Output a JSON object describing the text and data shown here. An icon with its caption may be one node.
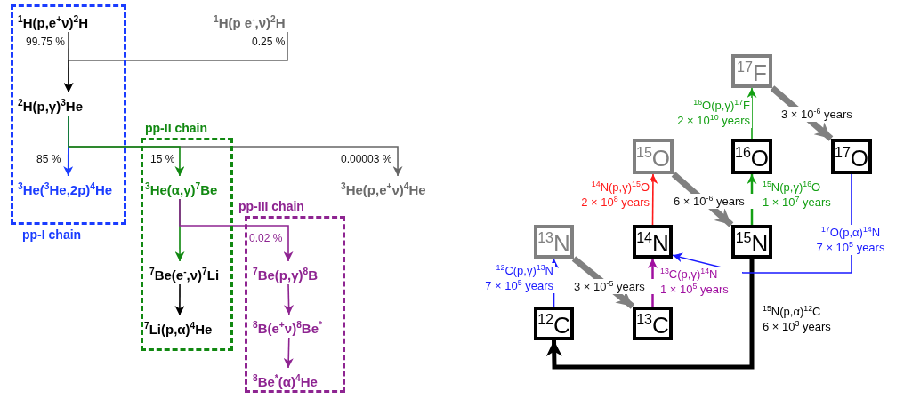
{
  "diagram": {
    "nodes": [
      {
        "text": [
          "pp-I chain"
        ]
      },
      {
        "text": [
          "$^{1}$H(p,e$^{+}$ν)$^{2}$H"
        ],
        "in": 0
      },
      {
        "text": [
          "$^{2}$H(p,γ)$^{3}$He"
        ],
        "in": 0
      },
      {
        "text": [
          "$^{3}$He($^{3}$He,2p)$^{4}$He"
        ],
        "in": 0
      },
      {
        "text": [
          "$^{1}$H(p e$^{-}$,ν)$^{2}$H"
        ]
      },
      {
        "text": [
          "pp-II chain"
        ]
      },
      {
        "text": [
          "$^{3}$He(α,γ)$^{7}$Be"
        ],
        "in": 5
      },
      {
        "text": [
          "$^{7}$Be(e$^{-}$,ν)$^{7}$Li"
        ],
        "in": 5
      },
      {
        "text": [
          "$^{7}$Li(p,α)$^{4}$He"
        ],
        "in": 5
      },
      {
        "text": [
          "pp-III chain"
        ]
      },
      {
        "text": [
          "$^{7}$Be(p,γ)$^{8}$B"
        ],
        "in": 9
      },
      {
        "text": [
          "$^{8}$B(e$^{+}$ν)$^{8}$Be$^{*}$"
        ],
        "in": 9
      },
      {
        "text": [
          "$^{8}$Be$^{*}$(α)$^{4}$He"
        ],
        "in": 9
      },
      {
        "text": [
          "$^{3}$He(p,e$^{+}$ν)$^{4}$He"
        ]
      },
      {
        "text": [
          "$^{17}$F"
        ]
      },
      {
        "text": [
          "$^{15}$O"
        ]
      },
      {
        "text": [
          "$^{16}$O"
        ]
      },
      {
        "text": [
          "$^{17}$O"
        ]
      },
      {
        "text": [
          "$^{13}$N"
        ]
      },
      {
        "text": [
          "$^{14}$N"
        ]
      },
      {
        "text": [
          "$^{15}$N"
        ]
      },
      {
        "text": [
          "$^{12}$C"
        ]
      },
      {
        "text": [
          "$^{13}$C"
        ]
      }
    ],
    "edges": [
      {
        "from": 1,
        "to": 2,
        "arrow": "to",
        "label": "99.75 %",
        "color": "#000000"
      },
      {
        "from": 4,
        "to": 2,
        "arrow": "to",
        "label": "0.25 %",
        "color": "#666666"
      },
      {
        "from": 2,
        "to": 3,
        "arrow": "to",
        "label": "85 %",
        "color": "#1a3cff"
      },
      {
        "from": 2,
        "to": 6,
        "arrow": "to",
        "label": "15 %",
        "color": "#118811"
      },
      {
        "from": 2,
        "to": 13,
        "arrow": "to",
        "label": "0.00003 %",
        "color": "#666666"
      },
      {
        "from": 6,
        "to": 7,
        "arrow": "to",
        "color": "#118811"
      },
      {
        "from": 6,
        "to": 10,
        "arrow": "to",
        "label": "0.02 %",
        "color": "#8e2491"
      },
      {
        "from": 7,
        "to": 8,
        "arrow": "to",
        "color": "#000000"
      },
      {
        "from": 10,
        "to": 11,
        "arrow": "to",
        "color": "#8e2491"
      },
      {
        "from": 11,
        "to": 12,
        "arrow": "to",
        "color": "#8e2491"
      },
      {
        "from": 21,
        "to": 18,
        "arrow": "to",
        "label": "$^{12}$C(p,γ)$^{13}$N 7 × 10$^{5}$ years",
        "color": "#1a1aff"
      },
      {
        "from": 18,
        "to": 22,
        "arrow": "to",
        "label": "3 × 10$^{-5}$ years",
        "style": "thick",
        "color": "#808080"
      },
      {
        "from": 22,
        "to": 19,
        "arrow": "to",
        "label": "$^{13}$C(p,γ)$^{14}$N 1 × 10$^{5}$ years",
        "color": "#a010a0"
      },
      {
        "from": 19,
        "to": 15,
        "arrow": "to",
        "label": "$^{14}$N(p,γ)$^{15}$O 2 × 10$^{8}$ years",
        "color": "#ff1a1a"
      },
      {
        "from": 15,
        "to": 20,
        "arrow": "to",
        "label": "6 × 10$^{-6}$ years",
        "style": "thick",
        "color": "#808080"
      },
      {
        "from": 20,
        "to": 16,
        "arrow": "to",
        "label": "$^{15}$N(p,γ)$^{16}$O 1 × 10$^{7}$ years",
        "color": "#14a014"
      },
      {
        "from": 20,
        "to": 21,
        "arrow": "to",
        "label": "$^{15}$N(p,α)$^{12}$C 6 × 10$^{3}$ years",
        "style": "thick",
        "color": "#000000"
      },
      {
        "from": 16,
        "to": 14,
        "arrow": "to",
        "label": "$^{16}$O(p,γ)$^{17}$F 2 × 10$^{10}$ years",
        "color": "#14a014"
      },
      {
        "from": 14,
        "to": 17,
        "arrow": "to",
        "label": "3 × 10$^{-6}$ years",
        "style": "thick",
        "color": "#808080"
      },
      {
        "from": 17,
        "to": 19,
        "arrow": "to",
        "label": "$^{17}$O(p,α)$^{14}$N 7 × 10$^{5}$ years",
        "color": "#1a1aff"
      }
    ]
  }
}
